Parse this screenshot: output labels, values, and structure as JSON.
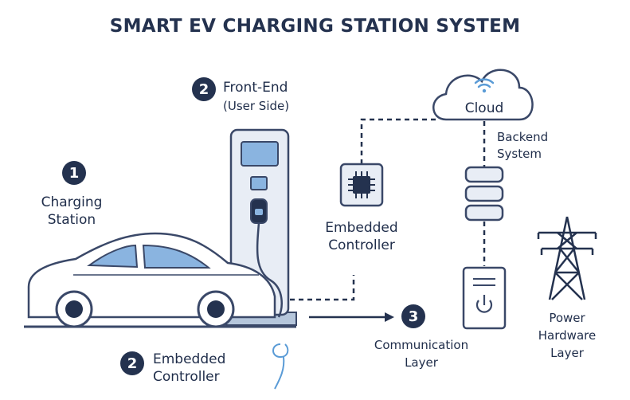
{
  "title": "SMART EV CHARGING STATION SYSTEM",
  "nodes": {
    "charging_station": {
      "badge": "1",
      "line1": "Charging",
      "line2": "Station"
    },
    "front_end": {
      "badge": "2",
      "line1": "Front-End",
      "line2": "(User Side)"
    },
    "embedded_controller_mid": {
      "line1": "Embedded",
      "line2": "Controller"
    },
    "embedded_controller_bottom": {
      "badge": "2",
      "line1": "Embedded",
      "line2": "Controller"
    },
    "cloud": {
      "label": "Cloud"
    },
    "backend": {
      "line1": "Backend",
      "line2": "System"
    },
    "communication": {
      "badge": "3",
      "line1": "Communication",
      "line2": "Layer"
    },
    "power": {
      "line1": "Power",
      "line2": "Hardware",
      "line3": "Layer"
    }
  },
  "colors": {
    "navy": "#24324f",
    "outline": "#3a4868",
    "blue_fill": "#8ab4e0",
    "light_blue": "#d7e4f2",
    "panel_grey": "#e8edf5"
  },
  "icons": [
    "car-icon",
    "charger-icon",
    "chip-icon",
    "cloud-icon",
    "wifi-icon",
    "server-stack-icon",
    "computer-tower-icon",
    "power-tower-icon",
    "plug-cable-icon"
  ]
}
